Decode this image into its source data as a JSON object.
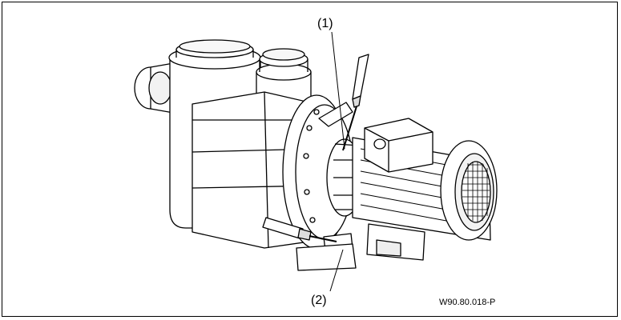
{
  "callouts": {
    "c1": "(1)",
    "c2": "(2)"
  },
  "reference_code": "W90.80.018-P",
  "colors": {
    "line": "#000000",
    "fill": "#ffffff",
    "shade": "#d9d9d9"
  },
  "parts": [
    "pump-housing",
    "motor",
    "terminal-box",
    "fan-cover",
    "screwdriver",
    "screwdriver"
  ]
}
